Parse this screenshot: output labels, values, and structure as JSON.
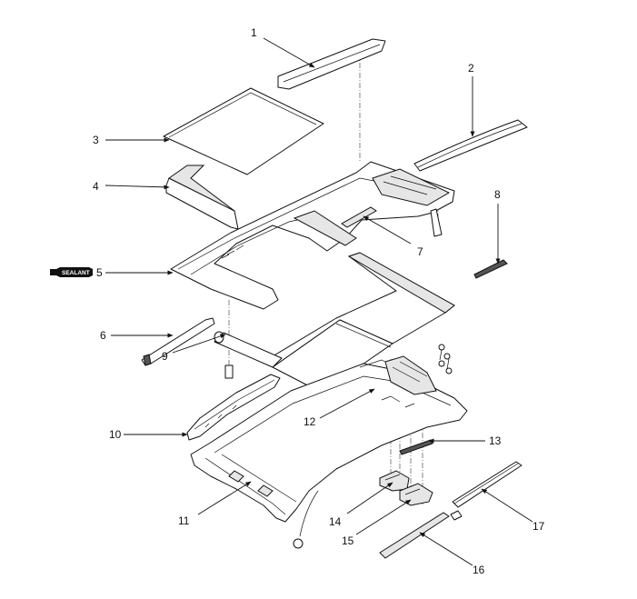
{
  "callouts": [
    {
      "id": "1",
      "label": "1"
    },
    {
      "id": "2",
      "label": "2"
    },
    {
      "id": "3",
      "label": "3"
    },
    {
      "id": "4",
      "label": "4"
    },
    {
      "id": "5",
      "label": "5"
    },
    {
      "id": "6",
      "label": "6"
    },
    {
      "id": "7",
      "label": "7"
    },
    {
      "id": "8",
      "label": "8"
    },
    {
      "id": "9",
      "label": "9"
    },
    {
      "id": "10",
      "label": "10"
    },
    {
      "id": "11",
      "label": "11"
    },
    {
      "id": "12",
      "label": "12"
    },
    {
      "id": "13",
      "label": "13"
    },
    {
      "id": "14",
      "label": "14"
    },
    {
      "id": "15",
      "label": "15"
    },
    {
      "id": "16",
      "label": "16"
    },
    {
      "id": "17",
      "label": "17"
    }
  ],
  "sealant_label": "SEALANT",
  "colors": {
    "line": "#111111",
    "background": "#ffffff",
    "sealant_tube": "#111111"
  }
}
